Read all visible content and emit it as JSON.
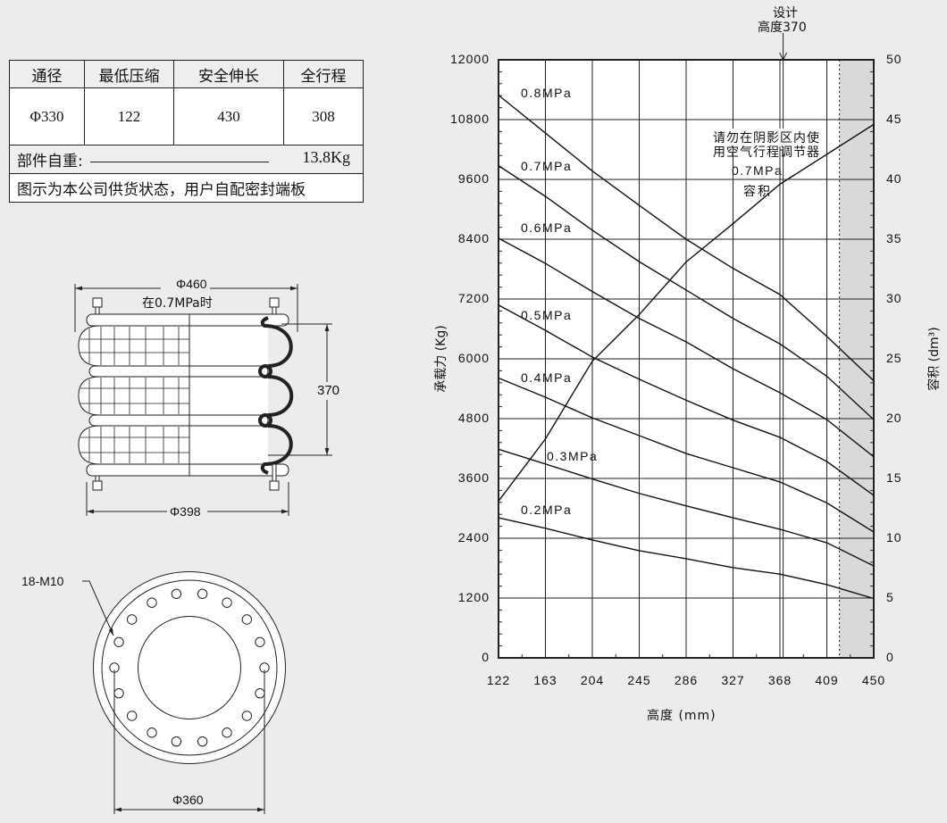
{
  "spec_table": {
    "headers": [
      "通径",
      "最低压缩",
      "安全伸长",
      "全行程"
    ],
    "values": [
      "Φ330",
      "122",
      "430",
      "308"
    ],
    "weight_label": "部件自重:",
    "weight_value": "13.8Kg",
    "note": "图示为本公司供货状态，用户自配密封端板"
  },
  "drawing": {
    "outer_diameter": "Φ460",
    "pressure_note": "在0.7MPa时",
    "height": "370",
    "plate_diameter": "Φ398",
    "bolt_label": "18-M10",
    "bolt_circle": "Φ360",
    "bolt_count": 18
  },
  "chart_data": {
    "type": "line",
    "xlabel": "高度 (mm)",
    "ylabel": "承载力 (Kg)",
    "y2label": "容积 (dm³)",
    "x": [
      122,
      163,
      204,
      245,
      286,
      327,
      368,
      409,
      450
    ],
    "xticks": [
      "122",
      "163",
      "204",
      "245",
      "286",
      "327",
      "368",
      "409",
      "450"
    ],
    "yticks": [
      "0",
      "1200",
      "2400",
      "3600",
      "4800",
      "6000",
      "7200",
      "8400",
      "9600",
      "10800",
      "12000"
    ],
    "y2ticks": [
      "0",
      "5",
      "10",
      "15",
      "20",
      "25",
      "30",
      "35",
      "40",
      "45",
      "50"
    ],
    "xlim": [
      122,
      450
    ],
    "ylim": [
      0,
      12000
    ],
    "y2lim": [
      0,
      50
    ],
    "grid": true,
    "design_height": 370,
    "design_label_1": "设计",
    "design_label_2": "高度370",
    "shaded_from": 420,
    "shaded_note_1": "请勿在阴影区内使",
    "shaded_note_2": "用空气行程调节器",
    "volume_label_1": "0.7MPa",
    "volume_label_2": "容积",
    "series": [
      {
        "name": "0.8MPa",
        "values": [
          11290,
          10530,
          9770,
          9080,
          8400,
          7815,
          7290,
          6450,
          5560
        ]
      },
      {
        "name": "0.7MPa",
        "values": [
          9875,
          9260,
          8580,
          7950,
          7380,
          6810,
          6300,
          5650,
          4780
        ]
      },
      {
        "name": "0.6MPa",
        "values": [
          8420,
          7915,
          7350,
          6810,
          6340,
          5800,
          5320,
          4780,
          4035
        ]
      },
      {
        "name": "0.5MPa",
        "values": [
          7080,
          6570,
          6035,
          5590,
          5170,
          4770,
          4425,
          3940,
          3260
        ]
      },
      {
        "name": "0.4MPa",
        "values": [
          5615,
          5230,
          4815,
          4460,
          4100,
          3815,
          3530,
          3110,
          2525
        ]
      },
      {
        "name": "0.3MPa",
        "values": [
          4185,
          3890,
          3590,
          3300,
          3050,
          2810,
          2580,
          2310,
          1845
        ]
      },
      {
        "name": "0.2MPa",
        "values": [
          2810,
          2600,
          2365,
          2150,
          1990,
          1810,
          1680,
          1470,
          1190
        ]
      }
    ],
    "volume_series": {
      "name": "0.7MPa 容积",
      "axis": "right",
      "values": [
        13.1,
        18.3,
        24.8,
        28.7,
        33.1,
        36.3,
        39.6,
        42.1,
        44.6
      ]
    }
  }
}
